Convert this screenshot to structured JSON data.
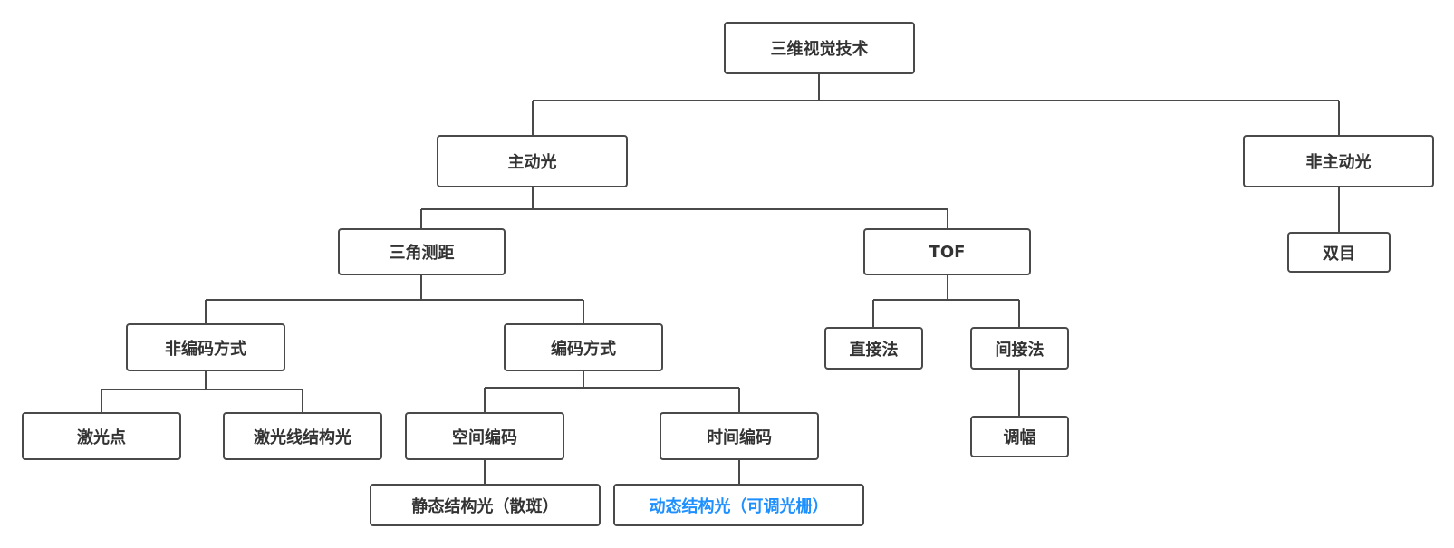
{
  "diagram": {
    "root": {
      "id": "root",
      "label": "三维视觉技术"
    },
    "nodes": [
      {
        "id": "active",
        "label": "主动光",
        "parent": "root"
      },
      {
        "id": "passive",
        "label": "非主动光",
        "parent": "root"
      },
      {
        "id": "tri",
        "label": "三角测距",
        "parent": "active"
      },
      {
        "id": "tof",
        "label": "TOF",
        "parent": "active"
      },
      {
        "id": "binocular",
        "label": "双目",
        "parent": "passive"
      },
      {
        "id": "noncode",
        "label": "非编码方式",
        "parent": "tri"
      },
      {
        "id": "code",
        "label": "编码方式",
        "parent": "tri"
      },
      {
        "id": "direct",
        "label": "直接法",
        "parent": "tof"
      },
      {
        "id": "indirect",
        "label": "间接法",
        "parent": "tof"
      },
      {
        "id": "laserpoint",
        "label": "激光点",
        "parent": "noncode"
      },
      {
        "id": "laserline",
        "label": "激光线结构光",
        "parent": "noncode"
      },
      {
        "id": "spatial",
        "label": "空间编码",
        "parent": "code"
      },
      {
        "id": "temporal",
        "label": "时间编码",
        "parent": "code"
      },
      {
        "id": "amplitude",
        "label": "调幅",
        "parent": "indirect"
      },
      {
        "id": "static",
        "label": "静态结构光（散斑）",
        "parent": "spatial"
      },
      {
        "id": "dynamic",
        "label": "动态结构光（可调光栅）",
        "parent": "temporal",
        "highlight": true
      }
    ],
    "colors": {
      "line": "#4a4a4a",
      "text": "#333333",
      "highlight_text": "#1e90ff",
      "box_fill": "#ffffff"
    }
  }
}
